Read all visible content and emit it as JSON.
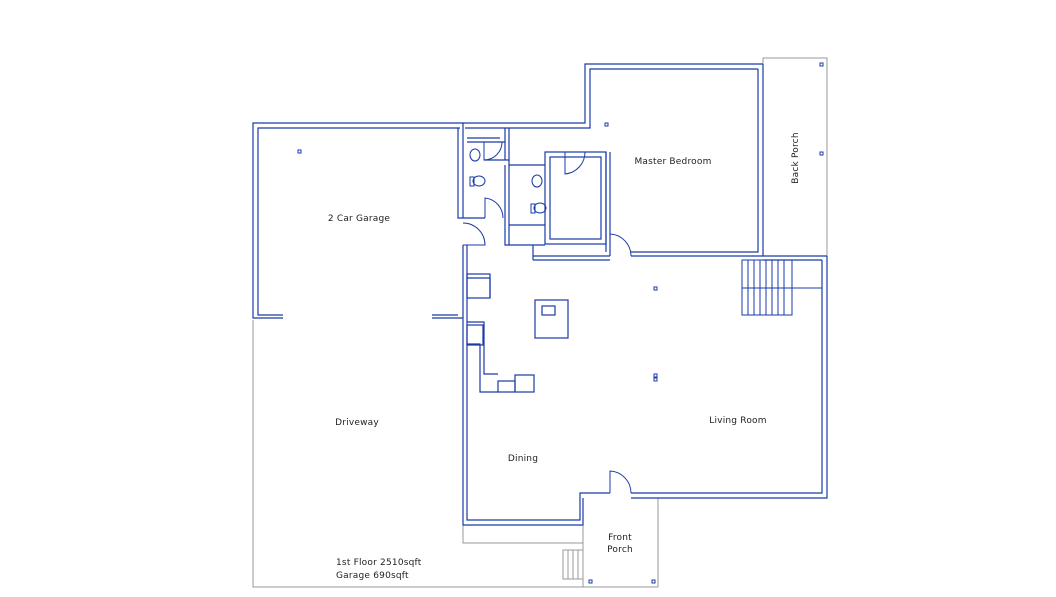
{
  "colors": {
    "wall": "#1a3aa8",
    "outline": "#9a9a9a",
    "background": "#ffffff",
    "text": "#222222"
  },
  "rooms": {
    "garage": "2 Car Garage",
    "master_bedroom": "Master Bedroom",
    "back_porch": "Back Porch",
    "driveway": "Driveway",
    "living_room": "Living Room",
    "dining": "Dining",
    "front_porch_line1": "Front",
    "front_porch_line2": "Porch"
  },
  "notes": {
    "first_floor_area": "1st Floor 2510sqft",
    "garage_area": "Garage 690sqft"
  }
}
